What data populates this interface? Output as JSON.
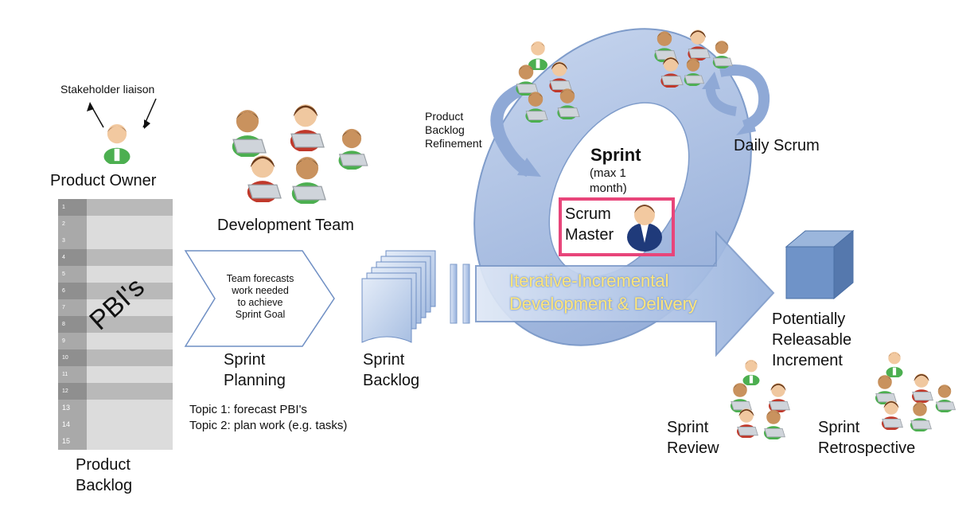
{
  "product_owner": {
    "stakeholder_label": "Stakeholder liaison",
    "title": "Product Owner"
  },
  "product_backlog": {
    "rows": [
      "1",
      "2",
      "3",
      "4",
      "5",
      "6",
      "7",
      "8",
      "9",
      "10",
      "11",
      "12",
      "13",
      "14",
      "15"
    ],
    "overlay": "PBI's",
    "label_line1": "Product",
    "label_line2": "Backlog"
  },
  "development_team": {
    "label": "Development Team"
  },
  "sprint_planning": {
    "arrow_text": [
      "Team forecasts",
      "work needed",
      "to achieve",
      "Sprint Goal"
    ],
    "label_line1": "Sprint",
    "label_line2": "Planning",
    "topic1": "Topic 1: forecast PBI's",
    "topic2": "Topic 2: plan work (e.g. tasks)"
  },
  "sprint_backlog": {
    "label_line1": "Sprint",
    "label_line2": "Backlog"
  },
  "refinement": {
    "line1": "Product",
    "line2": "Backlog",
    "line3": "Refinement"
  },
  "sprint": {
    "title": "Sprint",
    "sub1": "(max 1",
    "sub2": "month)"
  },
  "scrum_master": {
    "line1": "Scrum",
    "line2": "Master"
  },
  "daily_scrum": {
    "label": "Daily Scrum"
  },
  "big_arrow": {
    "line1": "Iterative-Incremental",
    "line2": "Development & Delivery"
  },
  "increment": {
    "line1": "Potentially",
    "line2": "Releasable",
    "line3": "Increment"
  },
  "sprint_review": {
    "line1": "Sprint",
    "line2": "Review"
  },
  "sprint_retro": {
    "line1": "Sprint",
    "line2": "Retrospective"
  },
  "colors": {
    "flow_blue": "#a9bfe3",
    "flow_blue_dark": "#7f9cca",
    "cube": "#6f93c8",
    "highlight": "#e8457a",
    "arrow_text": "#ffe57a",
    "shirt_green": "#4caf50"
  },
  "icons": [
    "person-icon",
    "laptop-icon",
    "cube-icon",
    "document-stack-icon",
    "cycle-arrow-icon"
  ]
}
